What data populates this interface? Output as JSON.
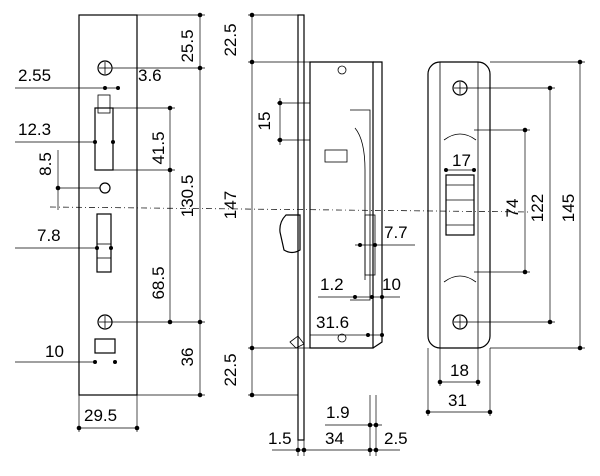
{
  "plate": {
    "labels": {
      "top_offset": "25.5",
      "hole_left": "2.55",
      "hole_right": "3.6",
      "slot_width": "12.3",
      "slot_height": "41.5",
      "side_offset": "8.5",
      "center_span": "130.5",
      "lower_width": "7.8",
      "lower_height": "68.5",
      "bottom_slot": "10",
      "bottom_offset": "36",
      "plate_width": "29.5"
    }
  },
  "side": {
    "labels": {
      "top": "22.5",
      "total": "147",
      "upper": "15",
      "inner": "7.7",
      "gap_a": "1.2",
      "gap_b": "10",
      "depth": "31.6",
      "bottom": "22.5",
      "thin_a": "1.9",
      "thin_b": "1.5",
      "body": "34",
      "thin_c": "2.5"
    }
  },
  "front": {
    "labels": {
      "window": "17",
      "span_a": "74",
      "span_b": "122",
      "span_c": "145",
      "inner_w": "18",
      "outer_w": "31"
    }
  }
}
